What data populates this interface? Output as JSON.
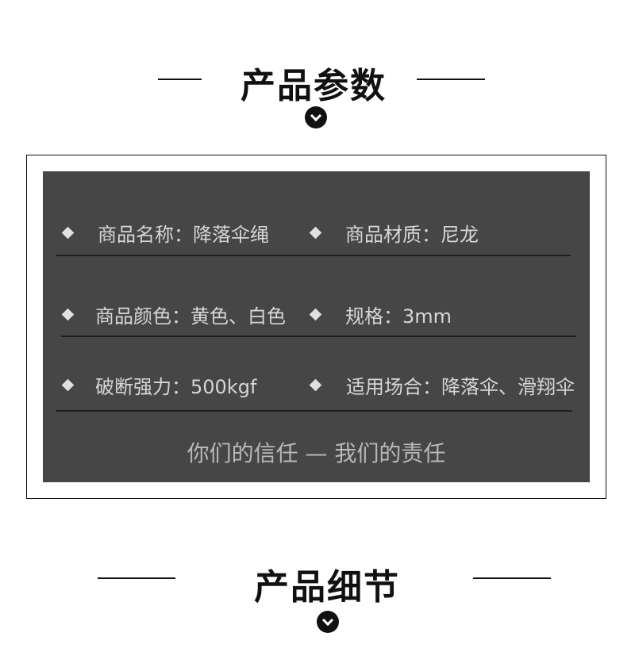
{
  "sections": [
    {
      "title": "产品参数",
      "icon": "chevron-down-circle-icon"
    },
    {
      "title": "产品细节",
      "icon": "chevron-down-circle-icon"
    }
  ],
  "params": {
    "rows": [
      {
        "left": "商品名称：降落伞绳",
        "right": "商品材质：尼龙"
      },
      {
        "left": "商品颜色：黄色、白色",
        "right": "规格：3mm"
      },
      {
        "left": "破断强力：500kgf",
        "right": "适用场合：降落伞、滑翔伞"
      }
    ],
    "bullet_icon": "diamond-icon",
    "slogan": "你们的信任 — 我们的责任"
  },
  "colors": {
    "panel_bg": "#464646",
    "text": "#d6d6d6",
    "title": "#111111"
  }
}
